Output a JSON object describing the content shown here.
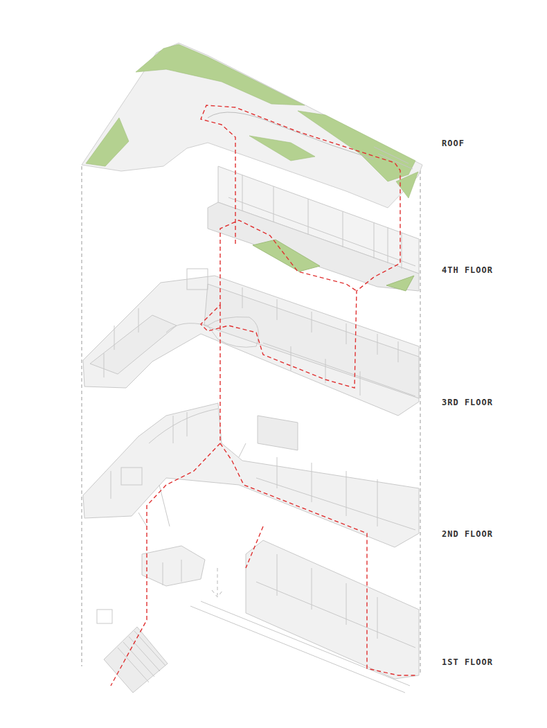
{
  "diagram": {
    "labels": [
      "ROOF",
      "4TH FLOOR",
      "3RD FLOOR",
      "2ND FLOOR",
      "1ST FLOOR"
    ]
  }
}
